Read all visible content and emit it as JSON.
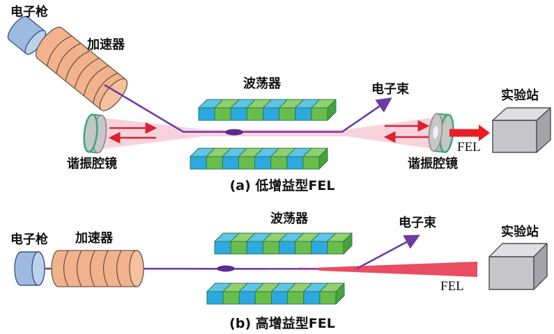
{
  "colors": {
    "background": "#ffffff",
    "blue_block": "#2BA9E0",
    "green_block": "#69BE4A",
    "blue_block_top": "#5FC4EA",
    "green_block_top": "#92D06E",
    "block_end": "#47A23B",
    "block_outline": "#2D7A52",
    "orange_body": "#F2B28C",
    "orange_face": "#F5C29E",
    "orange_outline": "#6B5648",
    "gun_body": "#9FBADF",
    "gun_face": "#BCD2EC",
    "gun_outline": "#3A568C",
    "purple_beam": "#6E3AA3",
    "bunch": "#5B2B8F",
    "pink_beam": "#F6CFD9",
    "red_arrow": "#DB2233",
    "fel_red": "#EC1C24",
    "wedge_red": "#EA4C61",
    "magenta_blend": "#A43C98",
    "mirror_rim": "#C2C8C3",
    "mirror_rim_stroke": "#3BA97E",
    "mirror_body": "#BBBAC0",
    "mirror_face": "#C7C6CC",
    "mirror_face_stroke": "#A08A77",
    "mirror_hole": "#F4F2EE",
    "cube_front": "#C7C6CB",
    "cube_top": "#DFDEE3",
    "cube_side": "#A4A3A9",
    "cube_outline": "#4B4B52",
    "text": "#111111"
  },
  "undulator": {
    "blocks_per_row": 8,
    "pattern": [
      "blue",
      "green"
    ]
  },
  "diagram_a": {
    "caption": "(a) 低增益型FEL",
    "labels": {
      "gun": "电子枪",
      "accelerator": "加速器",
      "undulator": "波荡器",
      "electron_beam": "电子束",
      "cavity_mirror_left": "谐振腔镜",
      "cavity_mirror_right": "谐振腔镜",
      "fel": "FEL",
      "station": "实验站"
    }
  },
  "diagram_b": {
    "caption": "(b) 高增益型FEL",
    "labels": {
      "gun": "电子枪",
      "accelerator": "加速器",
      "undulator": "波荡器",
      "electron_beam": "电子束",
      "fel": "FEL",
      "station": "实验站"
    }
  }
}
